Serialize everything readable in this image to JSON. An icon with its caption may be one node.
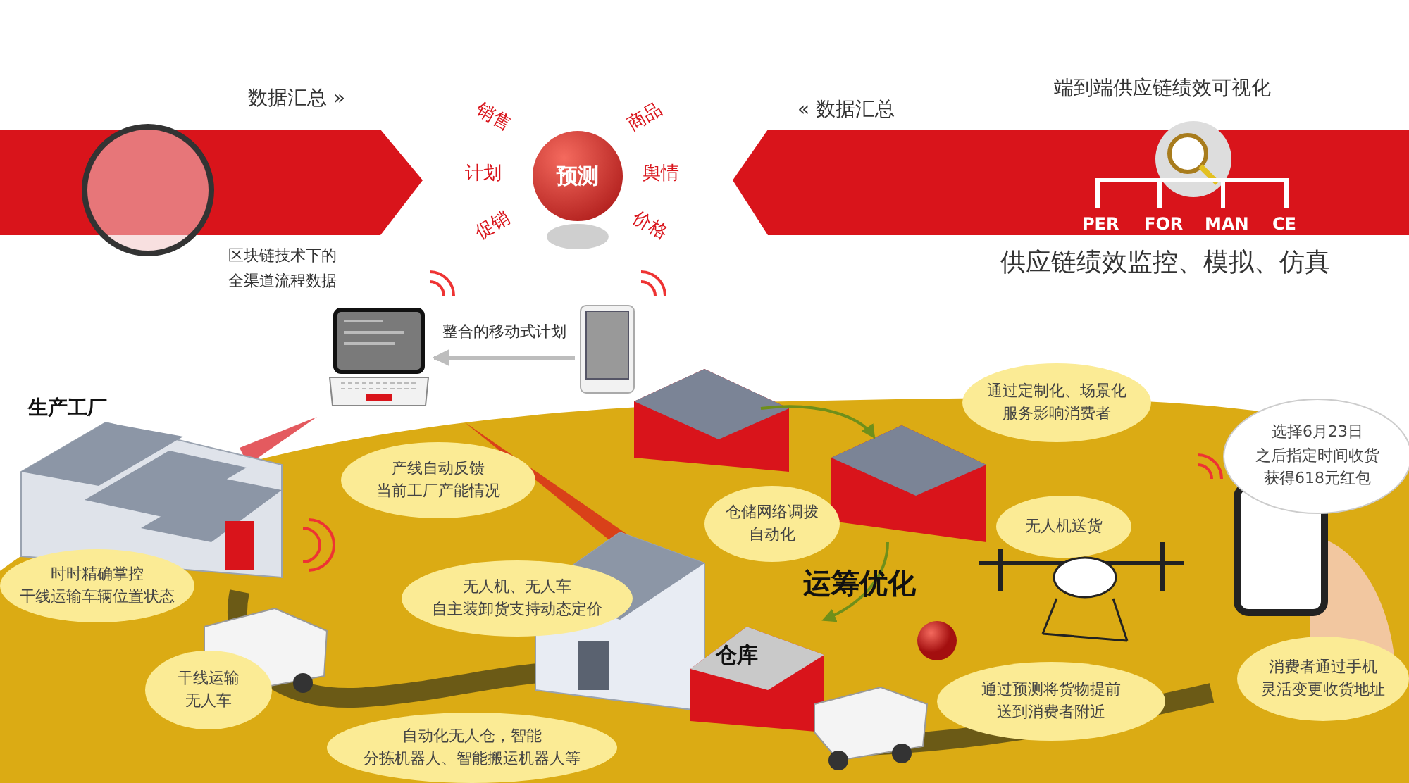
{
  "diagram": {
    "nodes": [
      {
        "text": [
          "预测"
        ]
      },
      {
        "text": [],
        "shape": "picture"
      },
      {
        "text": [],
        "shape": "picture"
      },
      {
        "text": [
          "通过定制化、场景化服务影响消费者"
        ]
      },
      {
        "text": [
          "选择6月23日之后指定时间收货获得618元红包"
        ]
      },
      {
        "text": [
          "产线自动反馈当前工厂产能情况"
        ]
      },
      {
        "text": [
          "仓储网络调拨自动化"
        ]
      },
      {
        "text": [
          "无人机送货"
        ]
      },
      {
        "text": [
          "时时精确掌控干线运输车辆位置状态"
        ]
      },
      {
        "text": [
          "无人机、无人车自主装卸货支持动态定价"
        ]
      },
      {
        "text": [
          "消费者通过手机灵活变更收货地址"
        ]
      },
      {
        "text": [
          "干线运输无人车"
        ]
      },
      {
        "text": [
          "通过预测将货物提前送到消费者附近"
        ]
      },
      {
        "text": [
          "自动化无人仓，智能分拣机器人、智能搬运机器人等"
        ]
      }
    ],
    "edges": [
      {
        "from": 2,
        "to": 1,
        "arrow": "to",
        "label": "整合的移动式计划"
      }
    ],
    "labels": [
      "数据汇总 »",
      "销售",
      "商品",
      "计划",
      "舆情",
      "促销",
      "价格",
      "« 数据汇总",
      "端到端供应链绩效可视化",
      "PER",
      "FOR",
      "MAN",
      "CE",
      "区块链技术下的全渠道流程数据",
      "供应链绩效监控、模拟、仿真",
      "生产工厂",
      "运筹优化",
      "仓库"
    ]
  }
}
